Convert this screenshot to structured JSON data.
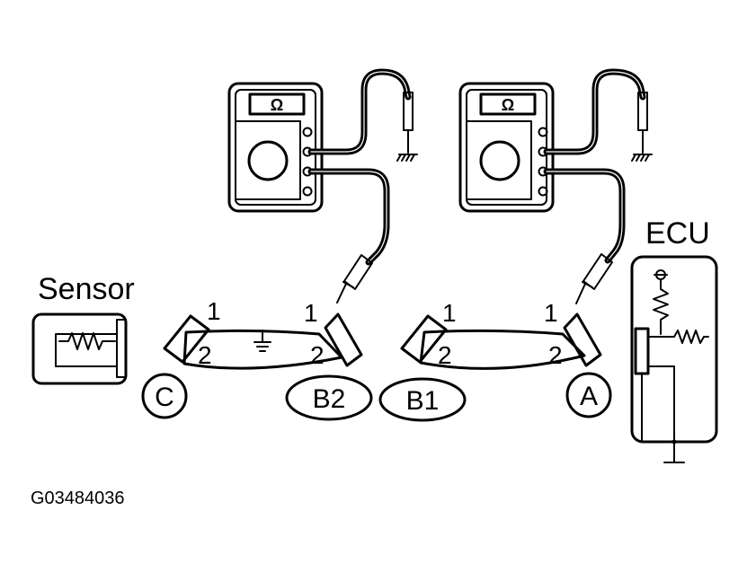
{
  "labels": {
    "sensor": "Sensor",
    "ecu": "ECU",
    "figure_id": "G03484036"
  },
  "meters": [
    {
      "display": "Ω"
    },
    {
      "display": "Ω"
    }
  ],
  "connectors": {
    "c": {
      "label": "C"
    },
    "b2": {
      "label": "B2",
      "pin_top": "1",
      "pin_bottom": "2"
    },
    "b1": {
      "label": "B1",
      "pin_top": "1",
      "pin_bottom": "2"
    },
    "a": {
      "label": "A",
      "pin_top": "1",
      "pin_bottom": "2"
    },
    "c_pins": {
      "pin_top": "1",
      "pin_bottom": "2"
    }
  }
}
